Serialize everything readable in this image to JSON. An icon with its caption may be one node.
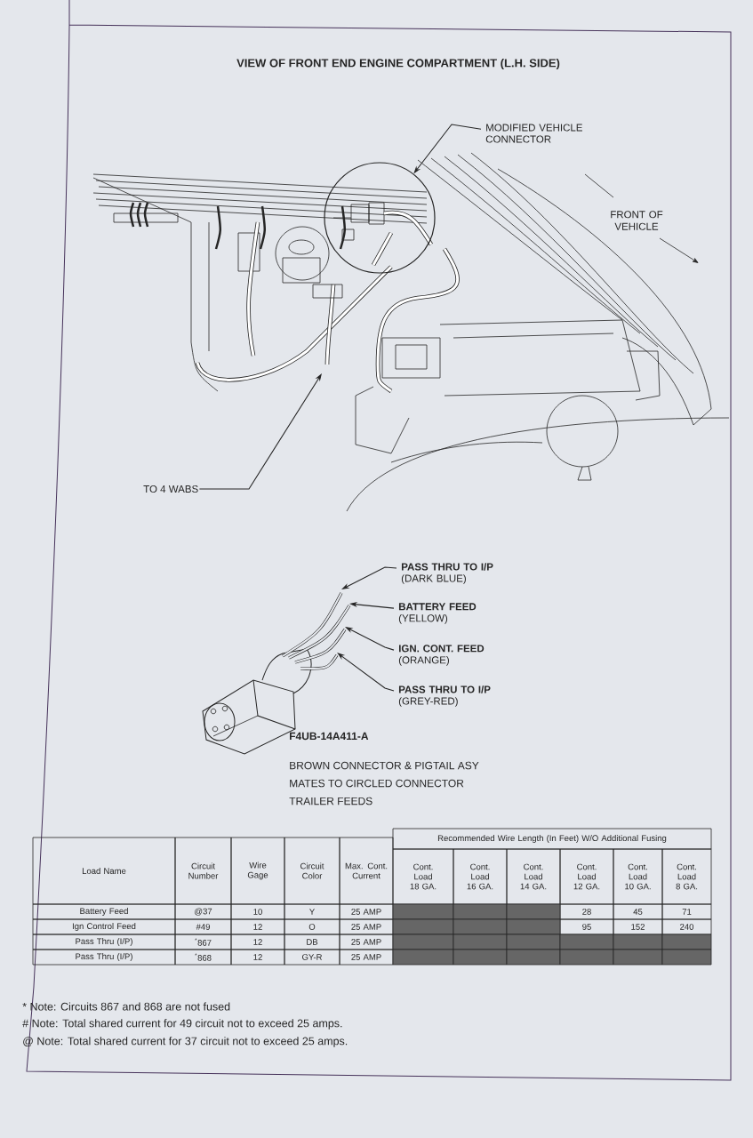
{
  "diagram": {
    "title": "VIEW OF FRONT END ENGINE COMPARTMENT (L.H. SIDE)",
    "nodes": [
      {
        "text": [
          "MODIFIED VEHICLE CONNECTOR"
        ]
      },
      {
        "text": [],
        "shape": "circle"
      },
      {
        "text": [
          "TO 4 WABS"
        ]
      },
      {
        "text": [
          "PASS THRU TO I/P",
          "(DARK BLUE)"
        ]
      },
      {
        "text": [
          "BATTERY FEED",
          "(YELLOW)"
        ]
      },
      {
        "text": [
          "IGN. CONT. FEED",
          "(ORANGE)"
        ]
      },
      {
        "text": [
          "PASS THRU TO I/P",
          "(GREY-RED)"
        ]
      }
    ],
    "edges": [
      {
        "from": 0,
        "to": 1,
        "arrow": "to"
      },
      {
        "from": 2,
        "to": null,
        "arrow": "to"
      },
      {
        "from": 3,
        "to": null,
        "arrow": "to"
      },
      {
        "from": 4,
        "to": null,
        "arrow": "to"
      },
      {
        "from": 5,
        "to": null,
        "arrow": "to"
      },
      {
        "from": 6,
        "to": null,
        "arrow": "to"
      }
    ],
    "labels": [
      "FRONT OF VEHICLE",
      "F4UB-14A411-A",
      "BROWN CONNECTOR & PIGTAIL ASY",
      "MATES TO CIRCLED CONNECTOR",
      "TRAILER FEEDS",
      "Load Name",
      "Circuit Number",
      "Wire Gage",
      "Circuit Color",
      "Max. Cont. Current",
      "Recommended Wire Length (In Feet) W/O Additional Fusing",
      "Cont. Load 18 GA.",
      "Cont. Load 16 GA.",
      "Cont. Load 14 GA.",
      "Cont. Load 12 GA.",
      "Cont. Load 10 GA.",
      "Cont. Load 8 GA.",
      "Battery Feed",
      "@37",
      "10",
      "Y",
      "25 AMP",
      "28",
      "45",
      "71",
      "Ign Control Feed",
      "#49",
      "12",
      "O",
      "25 AMP",
      "95",
      "152",
      "240",
      "Pass Thru (I/P)",
      "$^{*}$867",
      "12",
      "DB",
      "25 AMP",
      "Pass Thru (I/P)",
      "$^{*}$868",
      "12",
      "GY-R",
      "25 AMP",
      "* Note: Circuits 867 and 868 are not fused",
      "# Note: Total shared current for 49 circuit not to exceed 25 amps.",
      "@ Note: Total shared current for 37 circuit not to exceed 25 amps."
    ]
  }
}
